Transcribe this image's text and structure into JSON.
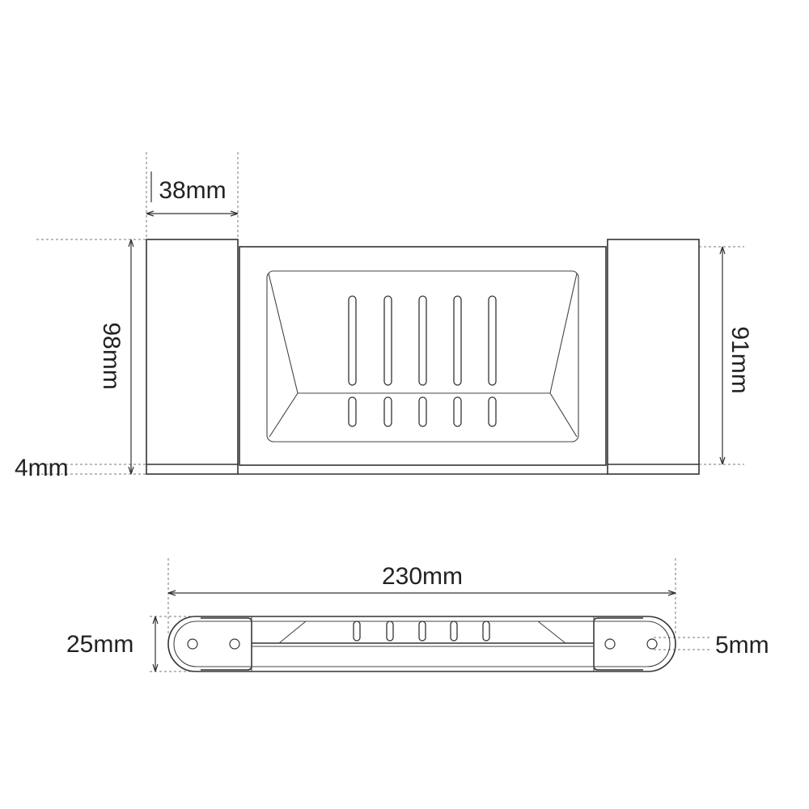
{
  "top_view": {
    "width_label": "38mm",
    "height_label": "98mm",
    "inner_height_label": "91mm",
    "base_label": "4mm"
  },
  "side_view": {
    "length_label": "230mm",
    "height_label": "25mm",
    "hole_label": "5mm"
  }
}
